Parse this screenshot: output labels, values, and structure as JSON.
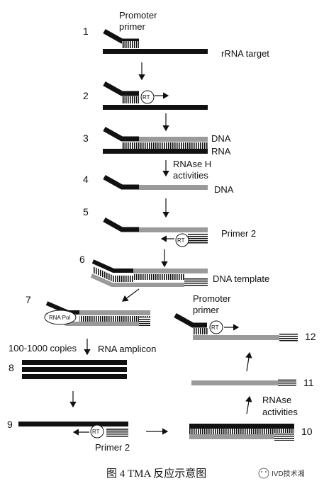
{
  "steps": [
    "1",
    "2",
    "3",
    "4",
    "5",
    "6",
    "7",
    "8",
    "9",
    "10",
    "11",
    "12"
  ],
  "labels": {
    "promoter_primer_1a": "Promoter",
    "promoter_primer_1b": "primer",
    "rrna_target": "rRNA target",
    "rt": "RT",
    "dna": "DNA",
    "rna": "RNA",
    "rnase_h_a": "RNAse H",
    "rnase_h_b": "activities",
    "primer2": "Primer 2",
    "dna_template": "DNA template",
    "rna_pol": "RNA Pol",
    "copies": "100-1000 copies",
    "rna_amplicon": "RNA amplicon",
    "rnase_act_a": "RNAse",
    "rnase_act_b": "activities",
    "promoter_primer_12a": "Promoter",
    "promoter_primer_12b": "primer"
  },
  "caption": "图 4 TMA 反应示意图",
  "watermark": "IVD技术湘",
  "colors": {
    "black": "#111111",
    "gray": "#9a9a9a"
  }
}
